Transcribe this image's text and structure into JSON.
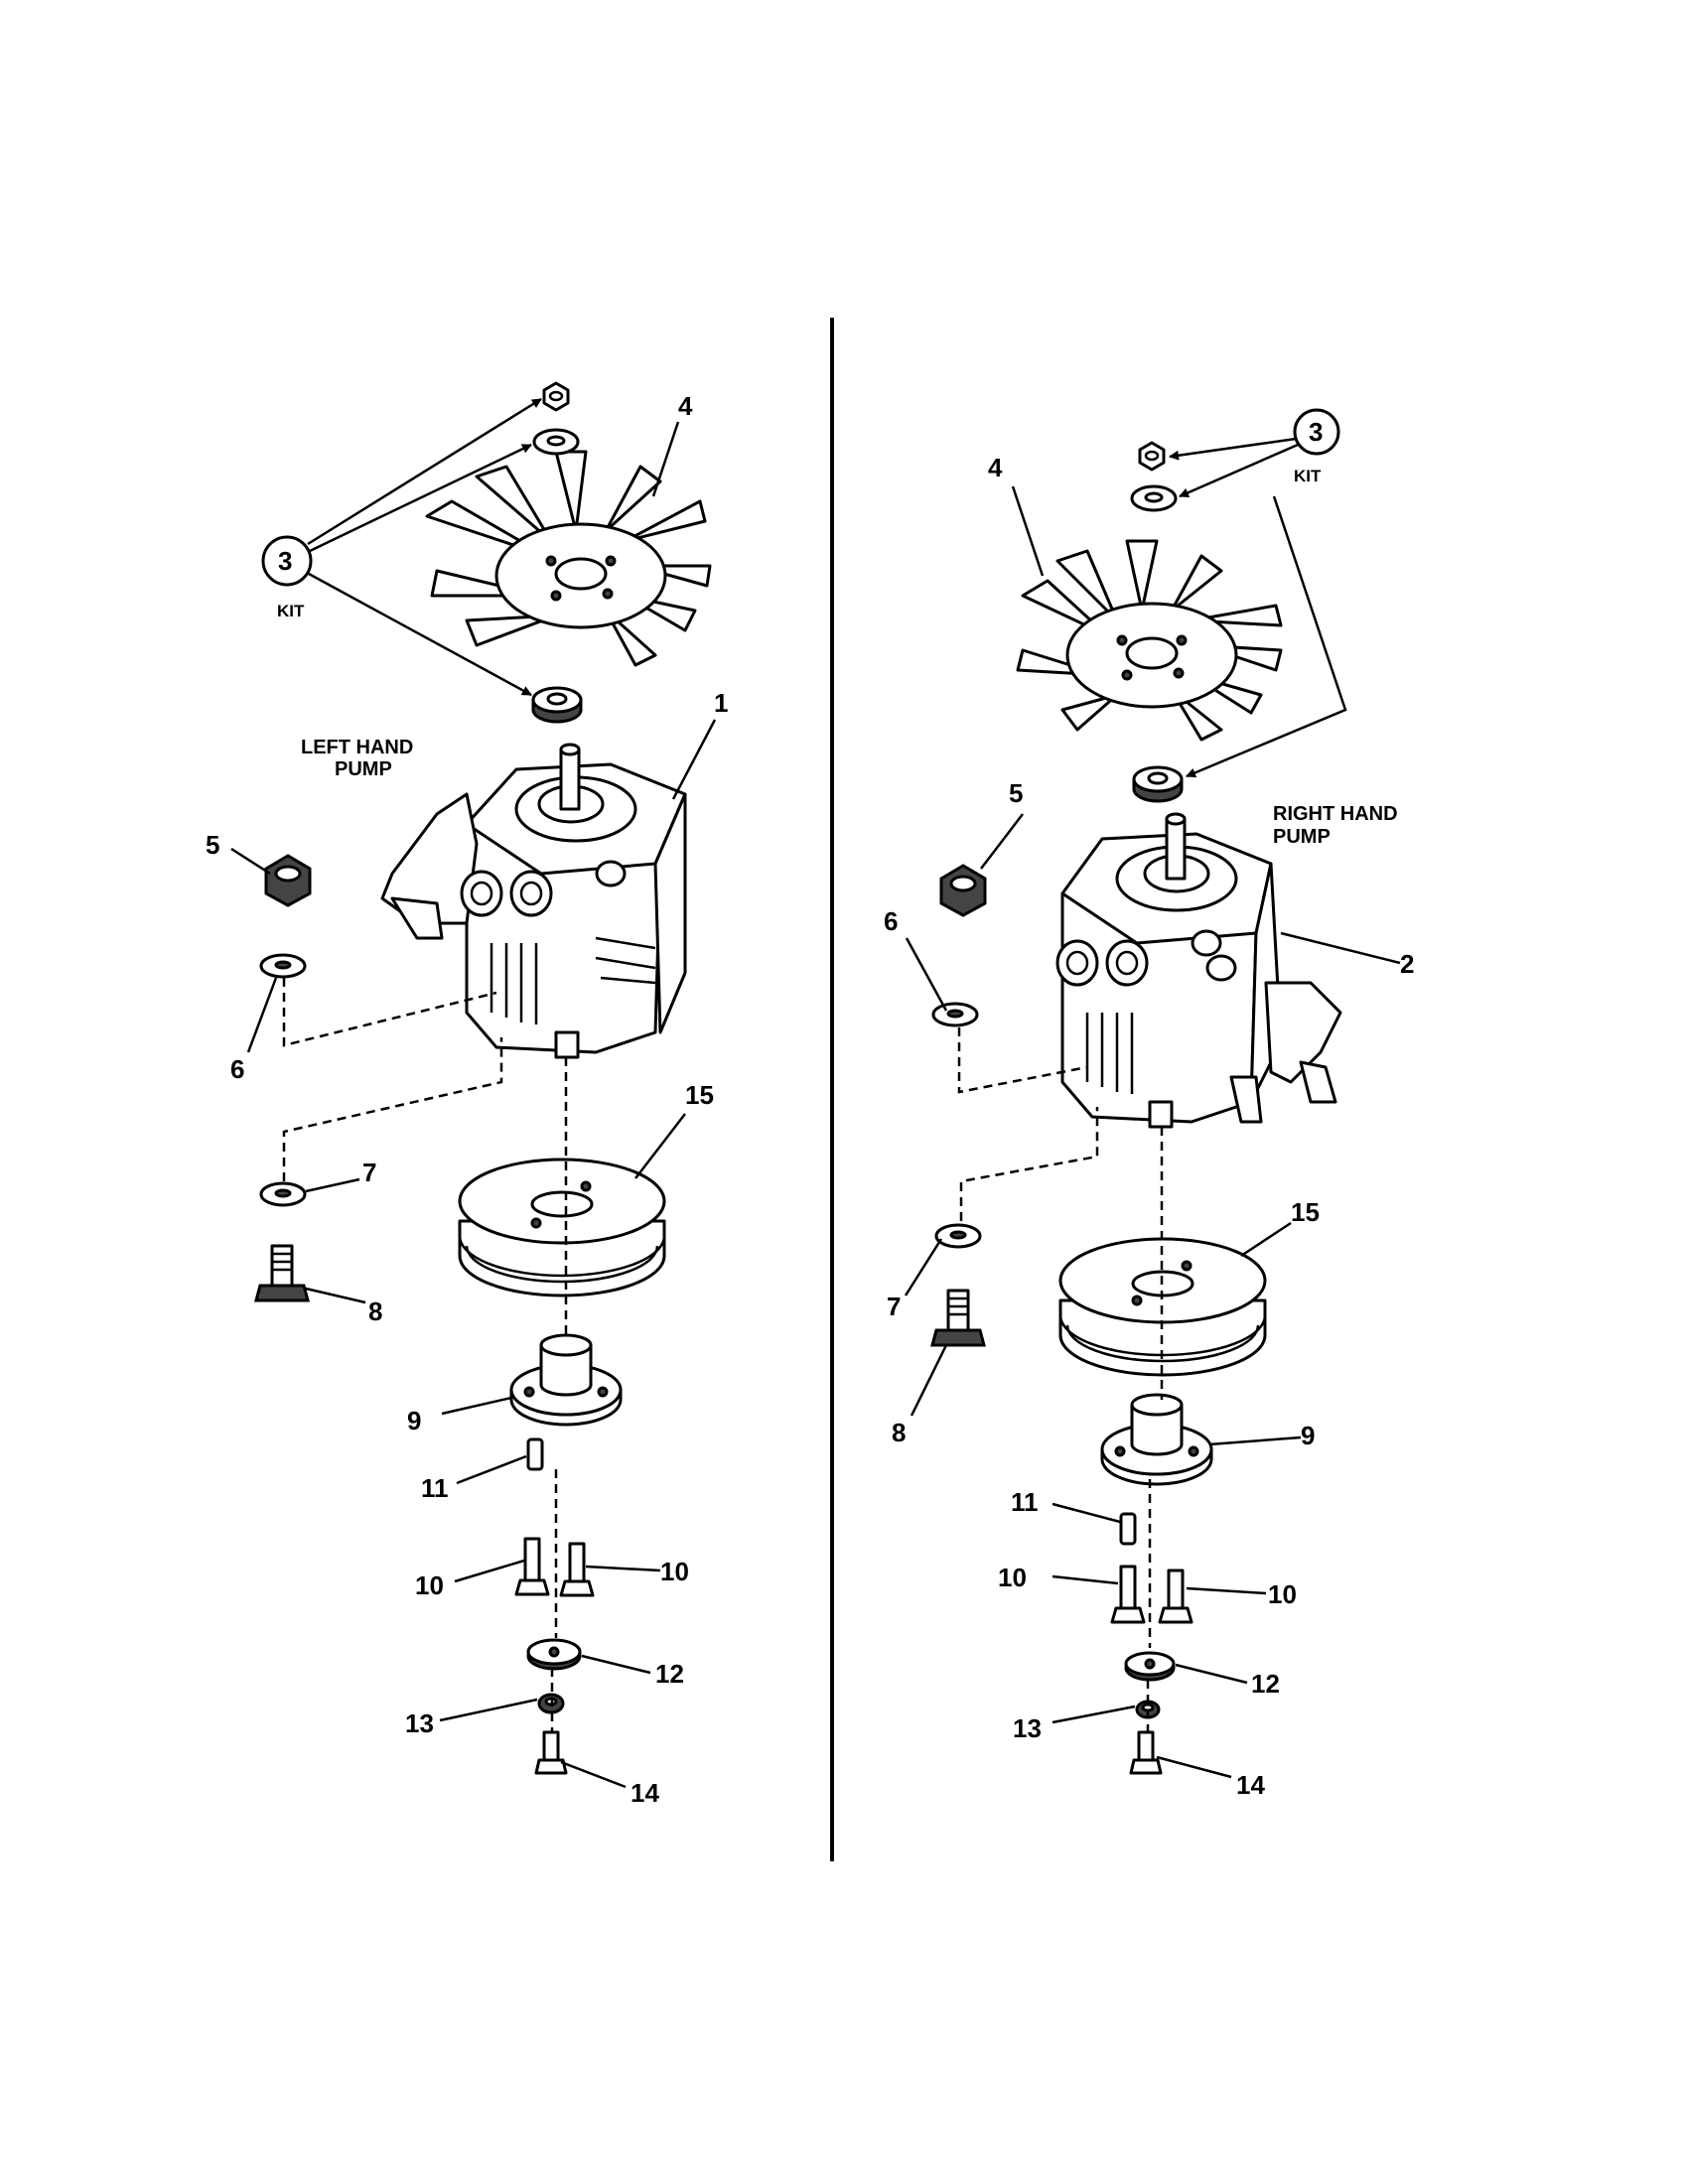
{
  "left_panel": {
    "caption_line1": "LEFT HAND",
    "caption_line2": "PUMP",
    "kit_label": "KIT",
    "callouts": [
      "1",
      "3",
      "4",
      "5",
      "6",
      "7",
      "8",
      "9",
      "10",
      "10",
      "11",
      "12",
      "13",
      "14",
      "15"
    ]
  },
  "right_panel": {
    "caption_line1": "RIGHT HAND",
    "caption_line2": "PUMP",
    "kit_label": "KIT",
    "callouts": [
      "2",
      "3",
      "4",
      "5",
      "6",
      "7",
      "8",
      "9",
      "10",
      "10",
      "11",
      "12",
      "13",
      "14",
      "15"
    ]
  },
  "colors": {
    "ink": "#000000",
    "paper": "#ffffff",
    "shade": "#444444"
  }
}
